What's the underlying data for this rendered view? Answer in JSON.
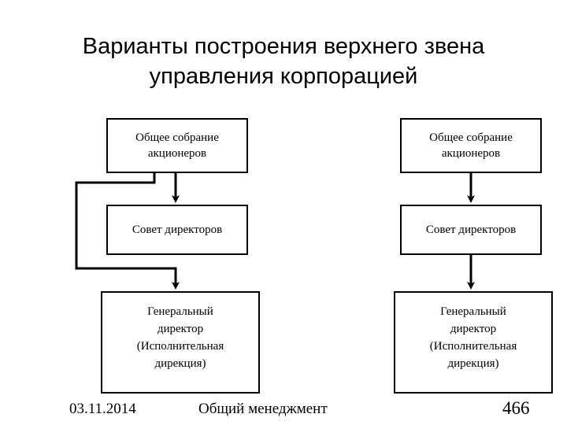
{
  "slide": {
    "title": "Варианты построения верхнего\nзвена управления корпорацией",
    "background_color": "#ffffff",
    "line_color": "#000000"
  },
  "diagram": {
    "left_variant": {
      "nodes": [
        {
          "id": "l1",
          "label": "Общее собрание\nакционеров"
        },
        {
          "id": "l2",
          "label": "Совет директоров"
        },
        {
          "id": "l3",
          "label": "Генеральный\nдиректор\n(Исполнительная\nдирекция)"
        }
      ],
      "connections": [
        {
          "from": "l1",
          "to": "l2",
          "style": "straight-arrow"
        },
        {
          "from": "l1",
          "to": "l3",
          "style": "bypass-left-elbow-arrow"
        }
      ]
    },
    "right_variant": {
      "nodes": [
        {
          "id": "r1",
          "label": "Общее собрание\nакционеров"
        },
        {
          "id": "r2",
          "label": "Совет директоров"
        },
        {
          "id": "r3",
          "label": "Генеральный\nдиректор\n(Исполнительная\nдирекция)"
        }
      ],
      "connections": [
        {
          "from": "r1",
          "to": "r2",
          "style": "straight-arrow"
        },
        {
          "from": "r2",
          "to": "r3",
          "style": "straight-arrow"
        }
      ]
    }
  },
  "footer": {
    "date": "03.11.2014",
    "center": "Общий менеджмент",
    "page": "466"
  }
}
